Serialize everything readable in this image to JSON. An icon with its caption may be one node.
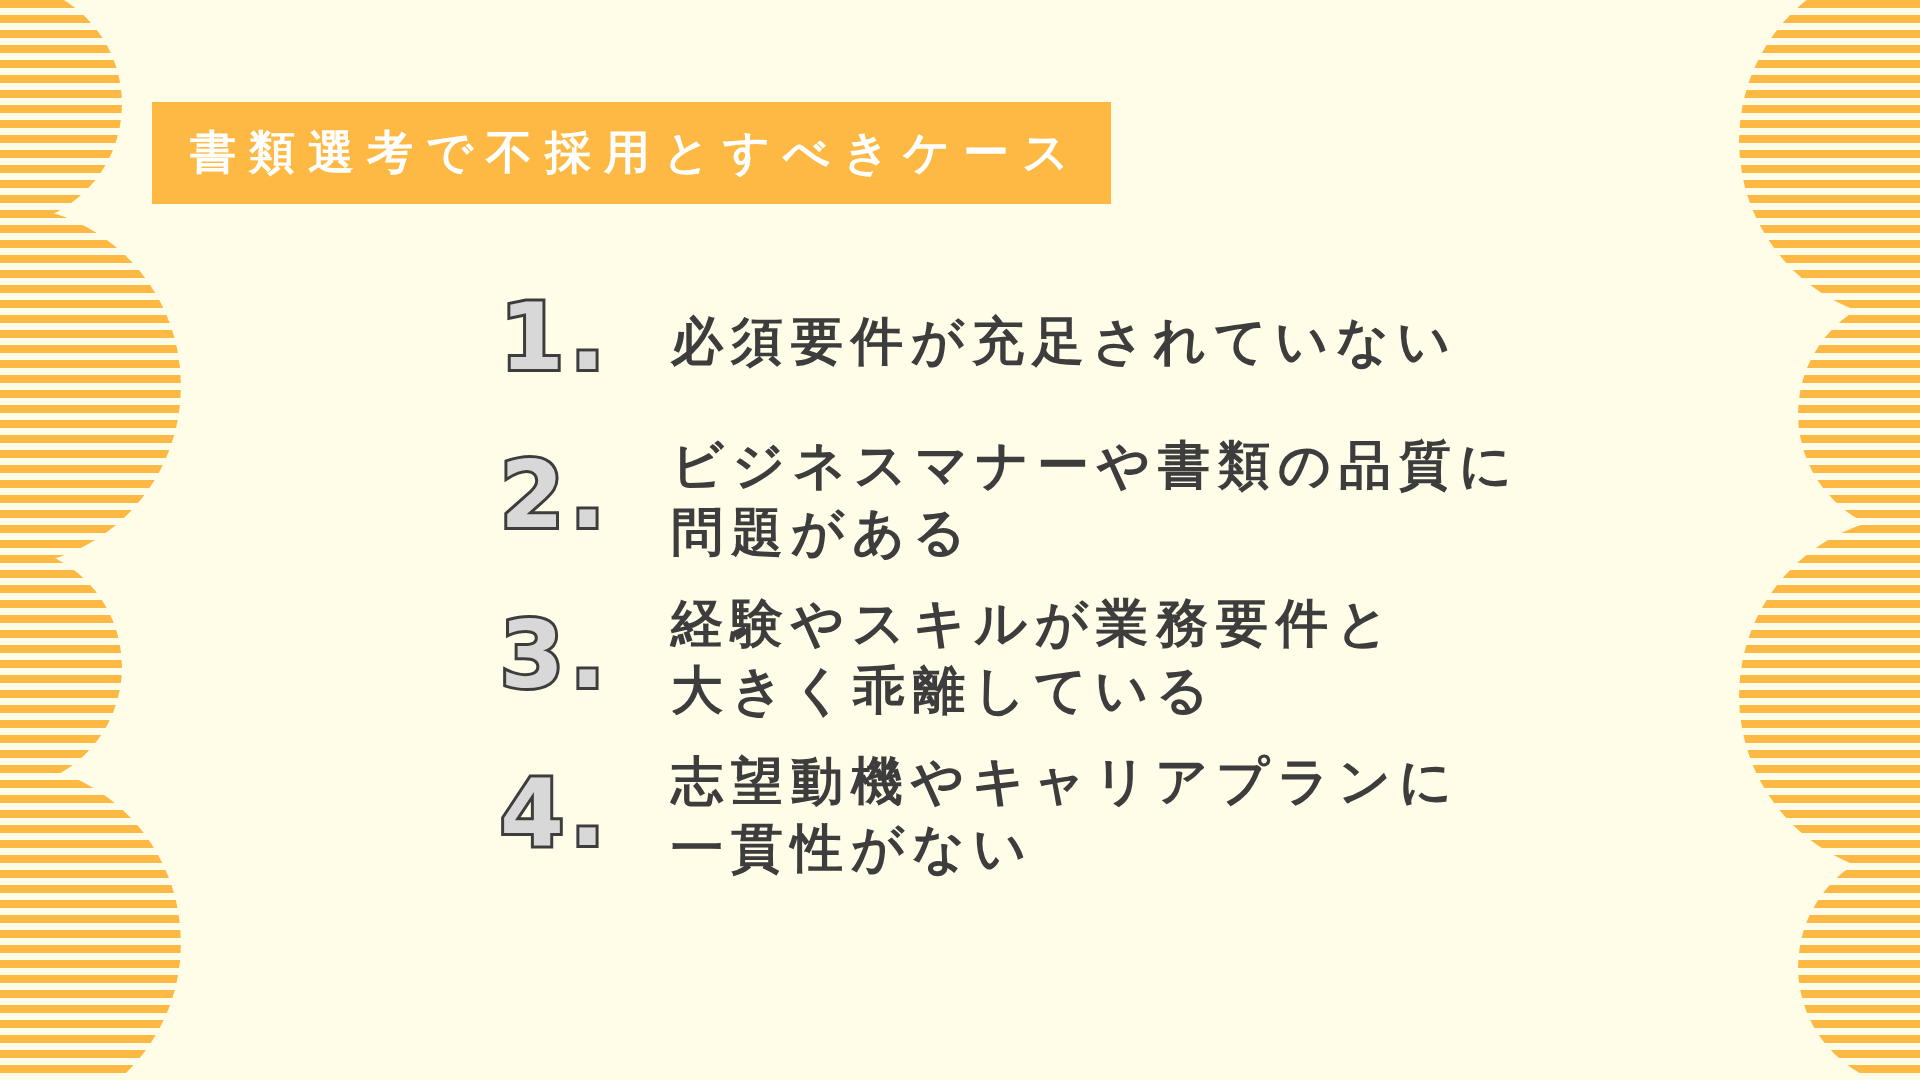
{
  "diagram": {
    "title": "書類選考で不採用とすべきケース",
    "labels": [
      "1.",
      "必須要件が充足されていない",
      "2.",
      "ビジネスマナーや書類の品質に問題がある",
      "3.",
      "経験やスキルが業務要件と大きく乖離している",
      "4.",
      "志望動機やキャリアプランに一貫性がない"
    ]
  }
}
